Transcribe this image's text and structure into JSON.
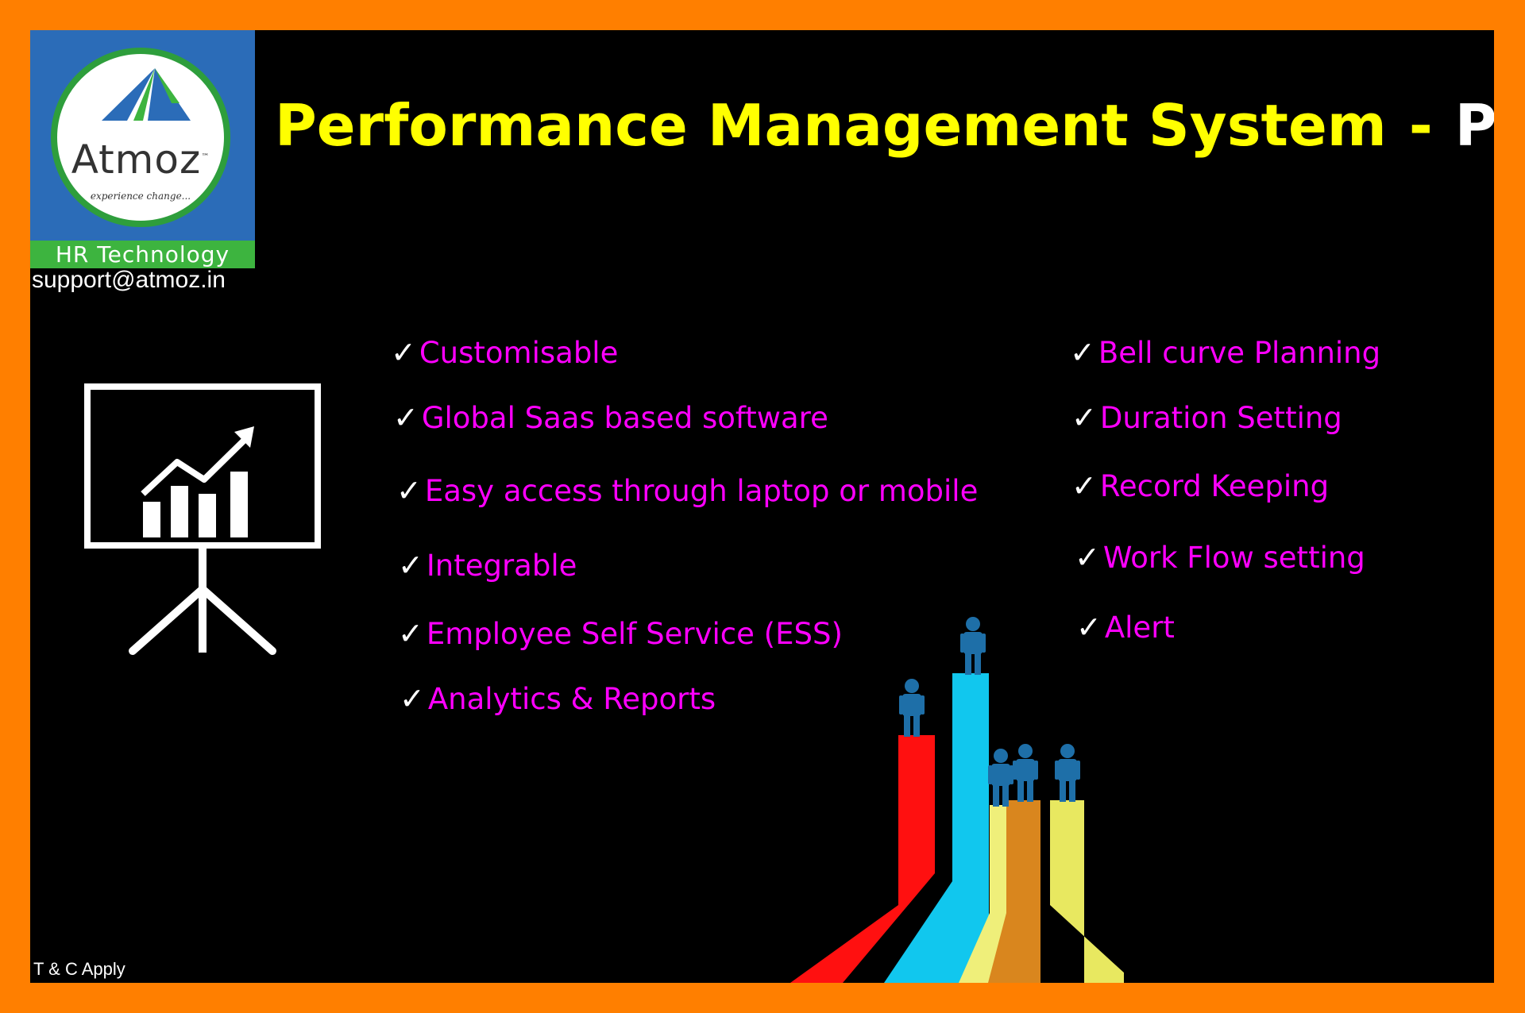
{
  "logo": {
    "brand": "Atmoz",
    "tm": "™",
    "tagline": "experience change...",
    "band": "HR Technology",
    "support_email": "support@atmoz.in"
  },
  "title": {
    "main": "Performance Management System",
    "separator": "-",
    "abbr": "PMS"
  },
  "check_glyph": "✓",
  "features_left": [
    "Customisable",
    "Global Saas based software",
    "Easy access through laptop or mobile",
    "Integrable",
    "Employee Self Service (ESS)",
    "Analytics & Reports"
  ],
  "features_right": [
    "Bell curve Planning",
    "Duration Setting",
    "Record Keeping",
    "Work Flow setting",
    "Alert"
  ],
  "footer": {
    "terms": "T & C Apply"
  },
  "colors": {
    "border": "#ff7f00",
    "title": "#ffff00",
    "feature_text": "#ff00ff",
    "logo_blue": "#2b6cb8",
    "logo_green": "#3db43f"
  }
}
